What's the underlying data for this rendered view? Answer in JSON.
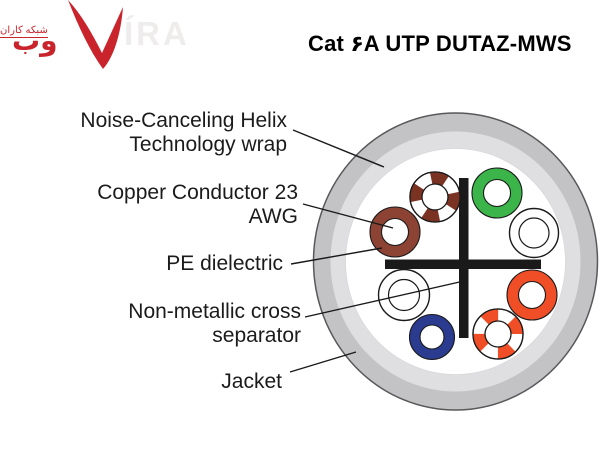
{
  "logo": {
    "tagline_fa": "شبکه کاران",
    "wordmark_fa": "وب",
    "wordmark_latin": "ÍRA"
  },
  "header": {
    "title": "Cat ۶A UTP DUTAZ-MWS"
  },
  "callouts": {
    "wrap": {
      "line1": "Noise-Canceling Helix",
      "line2": "Technology wrap"
    },
    "conductor": {
      "line1": "Copper Conductor 23",
      "line2": "AWG"
    },
    "dielectric": {
      "line1": "PE dielectric"
    },
    "separator": {
      "line1": "Non-metallic cross",
      "line2": "separator"
    },
    "jacket": {
      "line1": "Jacket"
    }
  },
  "diagram": {
    "wire_pairs": [
      "green",
      "brown",
      "blue",
      "orange"
    ],
    "wires": [
      {
        "name": "brown-white striped",
        "quadrant": "top-left"
      },
      {
        "name": "brown solid",
        "quadrant": "top-left"
      },
      {
        "name": "green solid",
        "quadrant": "top-right"
      },
      {
        "name": "green-pair white",
        "quadrant": "top-right"
      },
      {
        "name": "blue-pair white",
        "quadrant": "bottom-left"
      },
      {
        "name": "blue solid",
        "quadrant": "bottom-left"
      },
      {
        "name": "orange-white striped",
        "quadrant": "bottom-right"
      },
      {
        "name": "orange solid",
        "quadrant": "bottom-right"
      }
    ]
  },
  "colors": {
    "logo_red": "#c9242c",
    "title_text": "#000000",
    "label_text": "#1b1b1b",
    "jacket_fill": "#c3c3c5",
    "jacket_outline": "#58585a",
    "wrap_fill": "#dfdfe1",
    "core_white": "#ffffff",
    "cross_black": "#1a1a1a",
    "green": "#3bb44a",
    "blue": "#2b3b90",
    "orange": "#f04e26",
    "brown": "#8c4334",
    "brown_stripe": "#7a3323",
    "latin_gray": "#efecec"
  }
}
